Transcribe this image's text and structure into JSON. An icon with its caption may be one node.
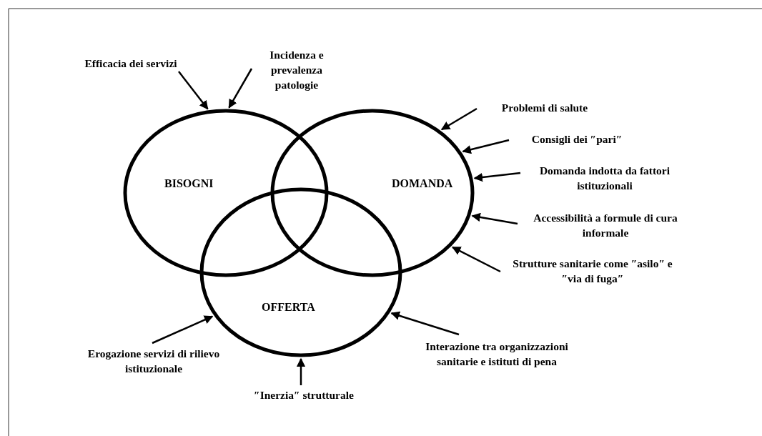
{
  "diagram": {
    "nodes": [
      {
        "text": [
          "BISOGNI"
        ]
      },
      {
        "text": [
          "DOMANDA"
        ]
      },
      {
        "text": [
          "OFFERTA"
        ]
      },
      {
        "text": [
          "Efficacia dei servizi"
        ]
      },
      {
        "text": [
          "Incidenza e prevalenza patologie"
        ]
      },
      {
        "text": [
          "Problemi di salute"
        ]
      },
      {
        "text": [
          "Consigli dei ″pari″"
        ]
      },
      {
        "text": [
          "Domanda indotta da fattori istituzionali"
        ]
      },
      {
        "text": [
          "Accessibilità a formule di cura informale"
        ]
      },
      {
        "text": [
          "Strutture sanitarie come ″asilo″ e ″via di fuga″"
        ]
      },
      {
        "text": [
          "Erogazione servizi di rilievo istituzionale"
        ]
      },
      {
        "text": [
          "″Inerzia″ strutturale"
        ]
      },
      {
        "text": [
          "Interazione tra organizzazioni sanitarie e istituti di pena"
        ]
      }
    ],
    "edges": [
      {
        "from": 3,
        "to": 0,
        "arrow": "to"
      },
      {
        "from": 4,
        "to": 0,
        "arrow": "to"
      },
      {
        "from": 5,
        "to": 1,
        "arrow": "to"
      },
      {
        "from": 6,
        "to": 1,
        "arrow": "to"
      },
      {
        "from": 7,
        "to": 1,
        "arrow": "to"
      },
      {
        "from": 8,
        "to": 1,
        "arrow": "to"
      },
      {
        "from": 9,
        "to": 1,
        "arrow": "to"
      },
      {
        "from": 10,
        "to": 2,
        "arrow": "to"
      },
      {
        "from": 11,
        "to": 2,
        "arrow": "to"
      },
      {
        "from": 12,
        "to": 2,
        "arrow": "to"
      }
    ]
  }
}
